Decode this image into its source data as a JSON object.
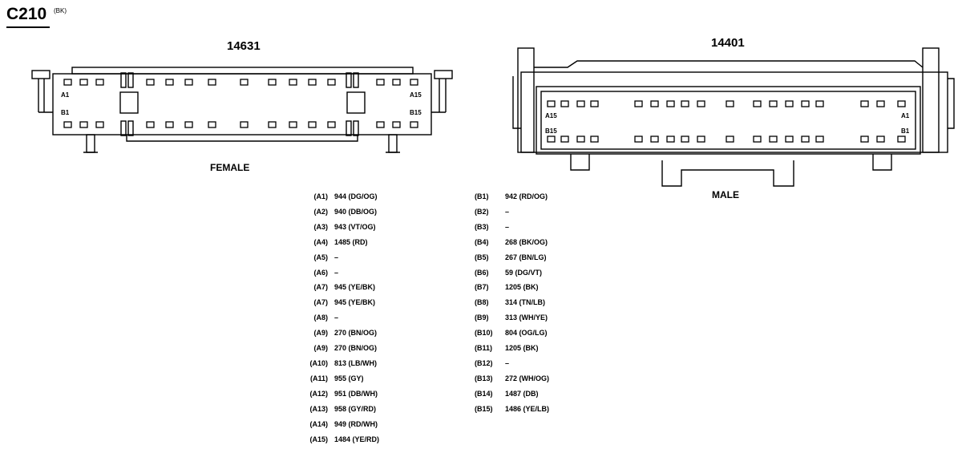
{
  "connector": {
    "name": "C210",
    "color_code": "(BK)"
  },
  "female": {
    "part_number": "14631",
    "label": "FEMALE",
    "cavity_labels": {
      "top_left": "A1",
      "bottom_left": "B1",
      "top_right": "A15",
      "bottom_right": "B15"
    }
  },
  "male": {
    "part_number": "14401",
    "label": "MALE",
    "cavity_labels": {
      "top_left": "A15",
      "bottom_left": "B15",
      "top_right": "A1",
      "bottom_right": "B1"
    }
  },
  "pinout_a": [
    {
      "pin": "(A1)",
      "wire": "944 (DG/OG)"
    },
    {
      "pin": "(A2)",
      "wire": "940 (DB/OG)"
    },
    {
      "pin": "(A3)",
      "wire": "943 (VT/OG)"
    },
    {
      "pin": "(A4)",
      "wire": "1485 (RD)"
    },
    {
      "pin": "(A5)",
      "wire": "–"
    },
    {
      "pin": "(A6)",
      "wire": "–"
    },
    {
      "pin": "(A7)",
      "wire": "945 (YE/BK)"
    },
    {
      "pin": "(A7)",
      "wire": "945 (YE/BK)"
    },
    {
      "pin": "(A8)",
      "wire": "–"
    },
    {
      "pin": "(A9)",
      "wire": "270 (BN/OG)"
    },
    {
      "pin": "(A9)",
      "wire": "270 (BN/OG)"
    },
    {
      "pin": "(A10)",
      "wire": "813 (LB/WH)"
    },
    {
      "pin": "(A11)",
      "wire": "955 (GY)"
    },
    {
      "pin": "(A12)",
      "wire": "951 (DB/WH)"
    },
    {
      "pin": "(A13)",
      "wire": "958 (GY/RD)"
    },
    {
      "pin": "(A14)",
      "wire": "949 (RD/WH)"
    },
    {
      "pin": "(A15)",
      "wire": "1484 (YE/RD)"
    }
  ],
  "pinout_b": [
    {
      "pin": "(B1)",
      "wire": "942 (RD/OG)"
    },
    {
      "pin": "(B2)",
      "wire": "–"
    },
    {
      "pin": "(B3)",
      "wire": "–"
    },
    {
      "pin": "(B4)",
      "wire": "268 (BK/OG)"
    },
    {
      "pin": "(B5)",
      "wire": "267 (BN/LG)"
    },
    {
      "pin": "(B6)",
      "wire": "59 (DG/VT)"
    },
    {
      "pin": "(B7)",
      "wire": "1205 (BK)"
    },
    {
      "pin": "(B8)",
      "wire": "314 (TN/LB)"
    },
    {
      "pin": "(B9)",
      "wire": "313 (WH/YE)"
    },
    {
      "pin": "(B10)",
      "wire": "804 (OG/LG)"
    },
    {
      "pin": "(B11)",
      "wire": "1205 (BK)"
    },
    {
      "pin": "(B12)",
      "wire": "–"
    },
    {
      "pin": "(B13)",
      "wire": "272 (WH/OG)"
    },
    {
      "pin": "(B14)",
      "wire": "1487 (DB)"
    },
    {
      "pin": "(B15)",
      "wire": "1486 (YE/LB)"
    }
  ]
}
